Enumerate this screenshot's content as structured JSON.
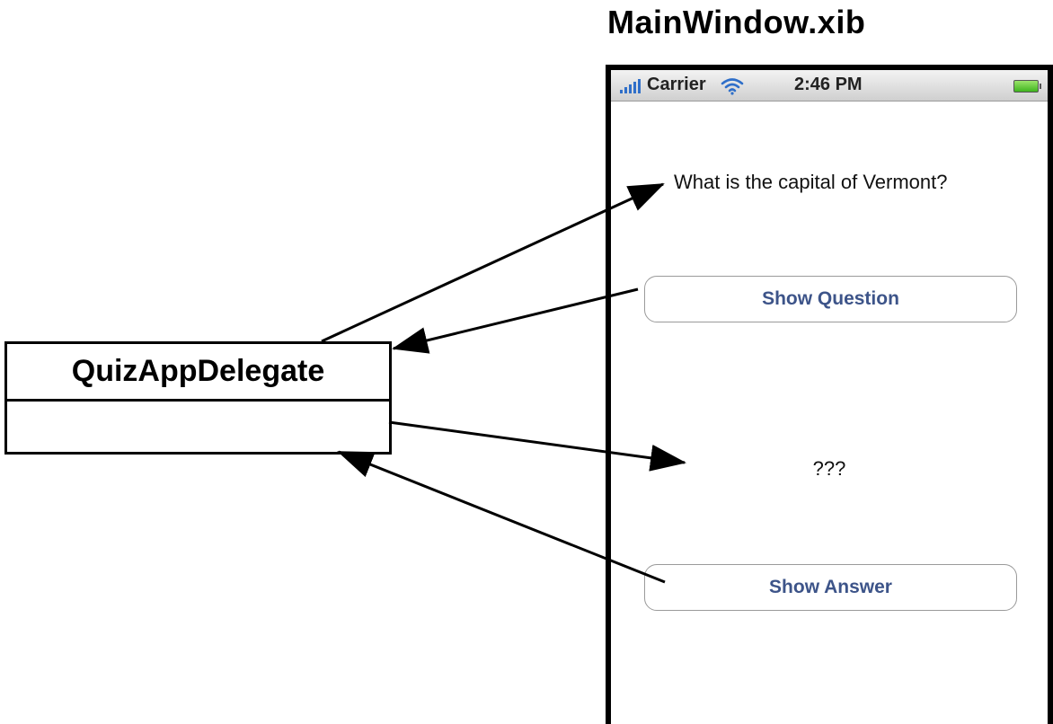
{
  "xib_title": "MainWindow.xib",
  "class_box": {
    "name": "QuizAppDelegate"
  },
  "phone": {
    "status_bar": {
      "carrier": "Carrier",
      "time": "2:46 PM"
    },
    "question_label": "What is the capital of Vermont?",
    "show_question_button": "Show Question",
    "answer_label": "???",
    "show_answer_button": "Show Answer"
  },
  "colors": {
    "button_text": "#3d5489",
    "signal": "#2f6fc9",
    "battery": "#3fb51f",
    "wifi": "#2f6fc9"
  },
  "icons": [
    "signal-bars-icon",
    "wifi-icon",
    "battery-icon"
  ]
}
